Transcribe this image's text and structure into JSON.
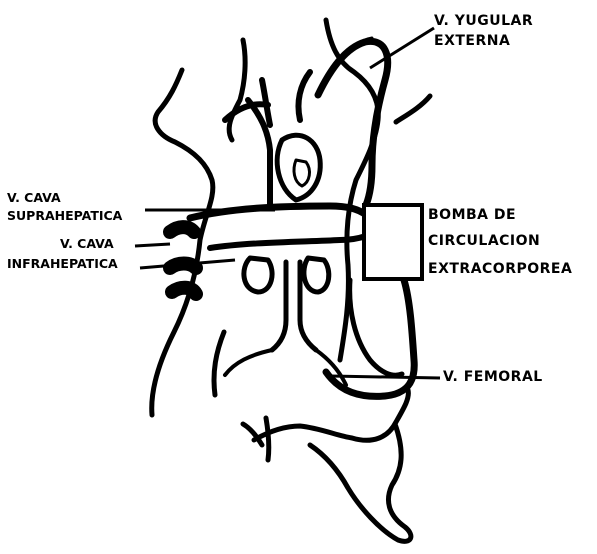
{
  "labels": {
    "yugular_1": "V. YUGULAR",
    "yugular_2": "EXTERNA",
    "cava_supra_1": "V. CAVA",
    "cava_supra_2": "SUPRAHEPATICA",
    "cava_infra_1": "V. CAVA",
    "cava_infra_2": "INFRAHEPATICA",
    "bomba_1": "BOMBA DE",
    "bomba_2": "CIRCULACION",
    "bomba_3": "EXTRACORPOREA",
    "femoral": "V. FEMORAL"
  },
  "colors": {
    "ink": "#000000",
    "paper": "#ffffff"
  }
}
